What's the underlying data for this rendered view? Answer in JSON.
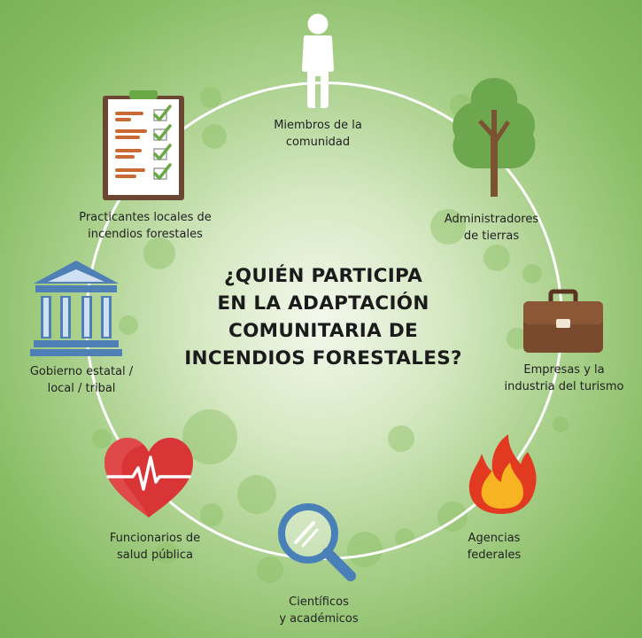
{
  "title": {
    "lines": [
      "¿QUIÉN PARTICIPA",
      "EN LA ADAPTACIÓN",
      "COMUNITARIA DE",
      "INCENDIOS FORESTALES?"
    ]
  },
  "participants": {
    "community": {
      "line1": "Miembros de la",
      "line2": "comunidad",
      "icon": "person-icon"
    },
    "land": {
      "line1": "Administradores",
      "line2": "de tierras",
      "icon": "tree-icon"
    },
    "business": {
      "line1": "Empresas y la",
      "line2": "industria del turismo",
      "icon": "briefcase-icon"
    },
    "federal": {
      "line1": "Agencias",
      "line2": "federales",
      "icon": "flame-icon"
    },
    "science": {
      "line1": "Científicos",
      "line2": "y académicos",
      "icon": "magnifier-icon"
    },
    "health": {
      "line1": "Funcionarios de",
      "line2": "salud pública",
      "icon": "heart-pulse-icon"
    },
    "government": {
      "line1": "Gobierno estatal /",
      "line2": "local / tribal",
      "icon": "government-building-icon"
    },
    "practitioners": {
      "line1": "Practicantes locales de",
      "line2": "incendios forestales",
      "icon": "clipboard-checklist-icon"
    }
  },
  "colors": {
    "background_center": "#f3f8ec",
    "background_edge": "#7ab257",
    "ring": "#ffffff",
    "tree_foliage": "#6ea84e",
    "trunk": "#7b5332",
    "briefcase": "#7a4a2e",
    "flame_outer": "#e23a20",
    "flame_inner": "#f7b321",
    "magnifier": "#4a80b8",
    "heart": "#d93537",
    "building": "#4e80b5",
    "clipboard": "#6b4632",
    "checkmark": "#6aa845",
    "list_lines": "#c96a35"
  }
}
